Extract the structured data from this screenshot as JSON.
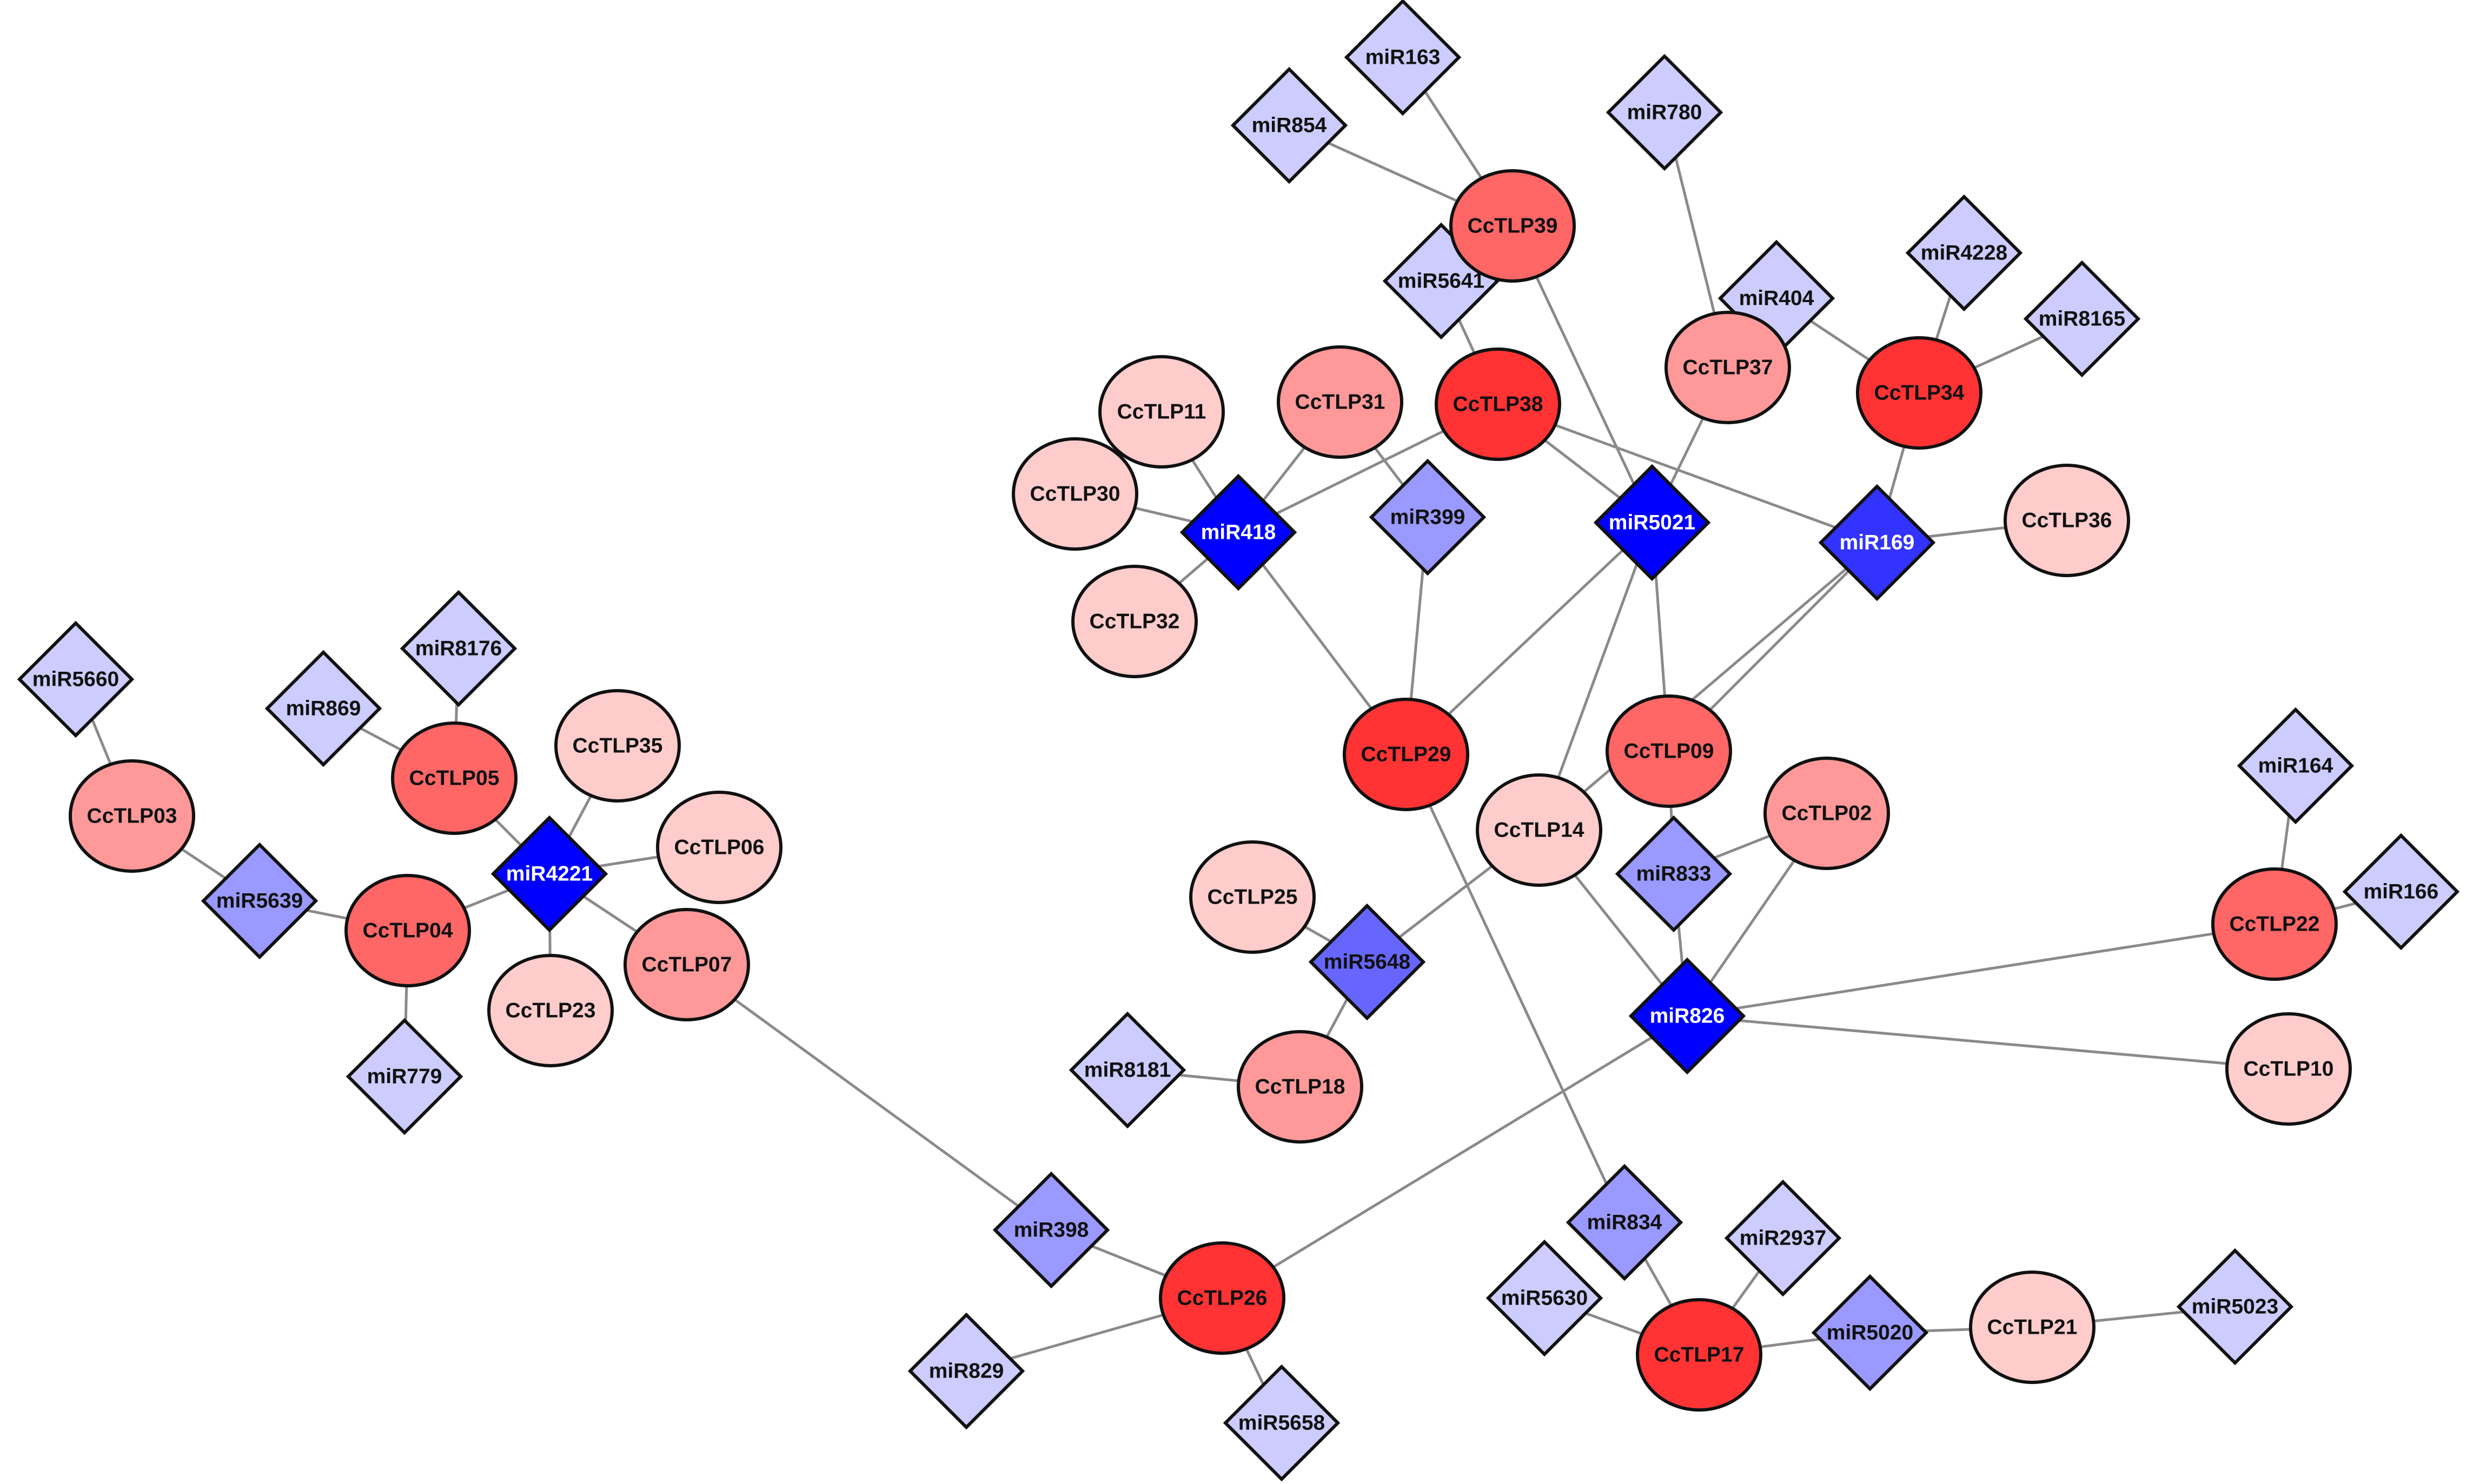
{
  "diagram": {
    "colors": {
      "edge": "#8a8a8a",
      "node_outline": "#111111",
      "label_dark": "#111111",
      "label_light": "#ffffff",
      "mirna_levels": [
        "#ccccff",
        "#9999ff",
        "#6666ff",
        "#3333ff",
        "#0000ff"
      ],
      "gene_levels": [
        "#ffcccc",
        "#ff9999",
        "#ff6666",
        "#ff3333"
      ]
    },
    "mirna_nodes": [
      {
        "id": "miR163",
        "label": "miR163",
        "level": 0
      },
      {
        "id": "miR854",
        "label": "miR854",
        "level": 0
      },
      {
        "id": "miR780",
        "label": "miR780",
        "level": 0
      },
      {
        "id": "miR5641",
        "label": "miR5641",
        "level": 0
      },
      {
        "id": "miR404",
        "label": "miR404",
        "level": 0
      },
      {
        "id": "miR4228",
        "label": "miR4228",
        "level": 0
      },
      {
        "id": "miR8165",
        "label": "miR8165",
        "level": 0
      },
      {
        "id": "miR418",
        "label": "miR418",
        "level": 4
      },
      {
        "id": "miR399",
        "label": "miR399",
        "level": 1
      },
      {
        "id": "miR5021",
        "label": "miR5021",
        "level": 4
      },
      {
        "id": "miR169",
        "label": "miR169",
        "level": 3
      },
      {
        "id": "miR5660",
        "label": "miR5660",
        "level": 0
      },
      {
        "id": "miR8176",
        "label": "miR8176",
        "level": 0
      },
      {
        "id": "miR869",
        "label": "miR869",
        "level": 0
      },
      {
        "id": "miR4221",
        "label": "miR4221",
        "level": 4
      },
      {
        "id": "miR5639",
        "label": "miR5639",
        "level": 1
      },
      {
        "id": "miR779",
        "label": "miR779",
        "level": 0
      },
      {
        "id": "miR833",
        "label": "miR833",
        "level": 1
      },
      {
        "id": "miR5648",
        "label": "miR5648",
        "level": 2
      },
      {
        "id": "miR826",
        "label": "miR826",
        "level": 4
      },
      {
        "id": "miR164",
        "label": "miR164",
        "level": 0
      },
      {
        "id": "miR166",
        "label": "miR166",
        "level": 0
      },
      {
        "id": "miR8181",
        "label": "miR8181",
        "level": 0
      },
      {
        "id": "miR398",
        "label": "miR398",
        "level": 1
      },
      {
        "id": "miR829",
        "label": "miR829",
        "level": 0
      },
      {
        "id": "miR5658",
        "label": "miR5658",
        "level": 0
      },
      {
        "id": "miR834",
        "label": "miR834",
        "level": 1
      },
      {
        "id": "miR2937",
        "label": "miR2937",
        "level": 0
      },
      {
        "id": "miR5630",
        "label": "miR5630",
        "level": 0
      },
      {
        "id": "miR5020",
        "label": "miR5020",
        "level": 1
      },
      {
        "id": "miR5023",
        "label": "miR5023",
        "level": 0
      }
    ],
    "gene_nodes": [
      {
        "id": "CcTLP39",
        "label": "CcTLP39",
        "level": 2
      },
      {
        "id": "CcTLP37",
        "label": "CcTLP37",
        "level": 1
      },
      {
        "id": "CcTLP34",
        "label": "CcTLP34",
        "level": 3
      },
      {
        "id": "CcTLP11",
        "label": "CcTLP11",
        "level": 0
      },
      {
        "id": "CcTLP31",
        "label": "CcTLP31",
        "level": 1
      },
      {
        "id": "CcTLP38",
        "label": "CcTLP38",
        "level": 3
      },
      {
        "id": "CcTLP30",
        "label": "CcTLP30",
        "level": 0
      },
      {
        "id": "CcTLP32",
        "label": "CcTLP32",
        "level": 0
      },
      {
        "id": "CcTLP36",
        "label": "CcTLP36",
        "level": 0
      },
      {
        "id": "CcTLP29",
        "label": "CcTLP29",
        "level": 3
      },
      {
        "id": "CcTLP09",
        "label": "CcTLP09",
        "level": 2
      },
      {
        "id": "CcTLP14",
        "label": "CcTLP14",
        "level": 0
      },
      {
        "id": "CcTLP02",
        "label": "CcTLP02",
        "level": 1
      },
      {
        "id": "CcTLP03",
        "label": "CcTLP03",
        "level": 1
      },
      {
        "id": "CcTLP05",
        "label": "CcTLP05",
        "level": 2
      },
      {
        "id": "CcTLP35",
        "label": "CcTLP35",
        "level": 0
      },
      {
        "id": "CcTLP06",
        "label": "CcTLP06",
        "level": 0
      },
      {
        "id": "CcTLP04",
        "label": "CcTLP04",
        "level": 2
      },
      {
        "id": "CcTLP07",
        "label": "CcTLP07",
        "level": 1
      },
      {
        "id": "CcTLP23",
        "label": "CcTLP23",
        "level": 0
      },
      {
        "id": "CcTLP25",
        "label": "CcTLP25",
        "level": 0
      },
      {
        "id": "CcTLP18",
        "label": "CcTLP18",
        "level": 1
      },
      {
        "id": "CcTLP22",
        "label": "CcTLP22",
        "level": 2
      },
      {
        "id": "CcTLP10",
        "label": "CcTLP10",
        "level": 0
      },
      {
        "id": "CcTLP26",
        "label": "CcTLP26",
        "level": 3
      },
      {
        "id": "CcTLP17",
        "label": "CcTLP17",
        "level": 3
      },
      {
        "id": "CcTLP21",
        "label": "CcTLP21",
        "level": 0
      }
    ],
    "edges": [
      [
        "miR163",
        "CcTLP39"
      ],
      [
        "miR854",
        "CcTLP39"
      ],
      [
        "CcTLP39",
        "miR5021"
      ],
      [
        "miR780",
        "CcTLP37"
      ],
      [
        "CcTLP37",
        "miR5021"
      ],
      [
        "miR404",
        "CcTLP34"
      ],
      [
        "miR4228",
        "CcTLP34"
      ],
      [
        "miR8165",
        "CcTLP34"
      ],
      [
        "CcTLP34",
        "miR169"
      ],
      [
        "miR5641",
        "CcTLP38"
      ],
      [
        "CcTLP38",
        "miR418"
      ],
      [
        "CcTLP38",
        "miR5021"
      ],
      [
        "CcTLP38",
        "miR169"
      ],
      [
        "CcTLP11",
        "miR418"
      ],
      [
        "CcTLP31",
        "miR418"
      ],
      [
        "CcTLP30",
        "miR418"
      ],
      [
        "CcTLP32",
        "miR418"
      ],
      [
        "miR418",
        "CcTLP29"
      ],
      [
        "CcTLP31",
        "miR399"
      ],
      [
        "miR399",
        "CcTLP29"
      ],
      [
        "miR5021",
        "CcTLP29"
      ],
      [
        "miR5021",
        "CcTLP09"
      ],
      [
        "miR5021",
        "CcTLP14"
      ],
      [
        "miR169",
        "CcTLP36"
      ],
      [
        "miR169",
        "CcTLP09"
      ],
      [
        "miR169",
        "CcTLP14"
      ],
      [
        "CcTLP09",
        "miR833"
      ],
      [
        "CcTLP02",
        "miR833"
      ],
      [
        "miR833",
        "miR826"
      ],
      [
        "CcTLP14",
        "miR826"
      ],
      [
        "CcTLP02",
        "miR826"
      ],
      [
        "CcTLP14",
        "miR5648"
      ],
      [
        "miR826",
        "CcTLP22"
      ],
      [
        "miR826",
        "CcTLP10"
      ],
      [
        "miR826",
        "CcTLP26"
      ],
      [
        "miR164",
        "CcTLP22"
      ],
      [
        "miR166",
        "CcTLP22"
      ],
      [
        "CcTLP25",
        "miR5648"
      ],
      [
        "miR5648",
        "CcTLP18"
      ],
      [
        "miR8181",
        "CcTLP18"
      ],
      [
        "CcTLP29",
        "miR834"
      ],
      [
        "miR834",
        "CcTLP17"
      ],
      [
        "miR2937",
        "CcTLP17"
      ],
      [
        "miR5630",
        "CcTLP17"
      ],
      [
        "CcTLP17",
        "miR5020"
      ],
      [
        "miR5020",
        "CcTLP21"
      ],
      [
        "CcTLP21",
        "miR5023"
      ],
      [
        "miR5660",
        "CcTLP03"
      ],
      [
        "CcTLP03",
        "miR5639"
      ],
      [
        "miR5639",
        "CcTLP04"
      ],
      [
        "CcTLP04",
        "miR779"
      ],
      [
        "CcTLP04",
        "miR4221"
      ],
      [
        "miR869",
        "CcTLP05"
      ],
      [
        "miR8176",
        "CcTLP05"
      ],
      [
        "CcTLP05",
        "miR4221"
      ],
      [
        "CcTLP35",
        "miR4221"
      ],
      [
        "CcTLP06",
        "miR4221"
      ],
      [
        "CcTLP23",
        "miR4221"
      ],
      [
        "CcTLP07",
        "miR4221"
      ],
      [
        "CcTLP07",
        "miR398"
      ],
      [
        "miR398",
        "CcTLP26"
      ],
      [
        "miR829",
        "CcTLP26"
      ],
      [
        "miR5658",
        "CcTLP26"
      ]
    ]
  }
}
